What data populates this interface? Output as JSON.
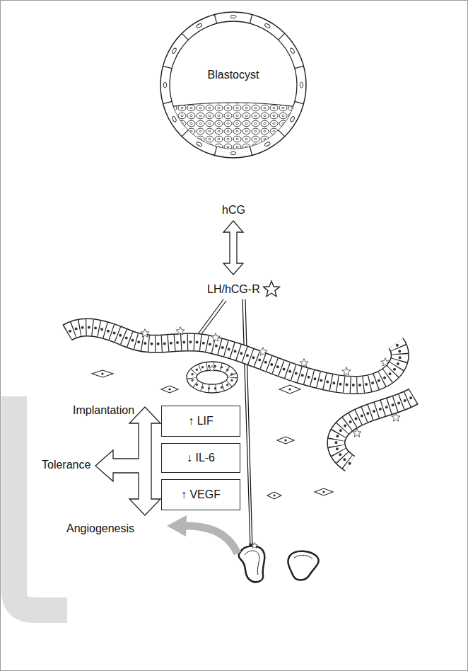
{
  "diagram": {
    "nodes": [
      {
        "text": [
          "Blastocyst"
        ]
      },
      {
        "text": [
          "↑ LIF"
        ]
      },
      {
        "text": [
          "↓ IL-6"
        ]
      },
      {
        "text": [
          "↑ VEGF"
        ]
      }
    ],
    "labels": [
      "hCG",
      "LH/hCG-R",
      "Implantation",
      "Tolerance",
      "Angiogenesis"
    ]
  }
}
